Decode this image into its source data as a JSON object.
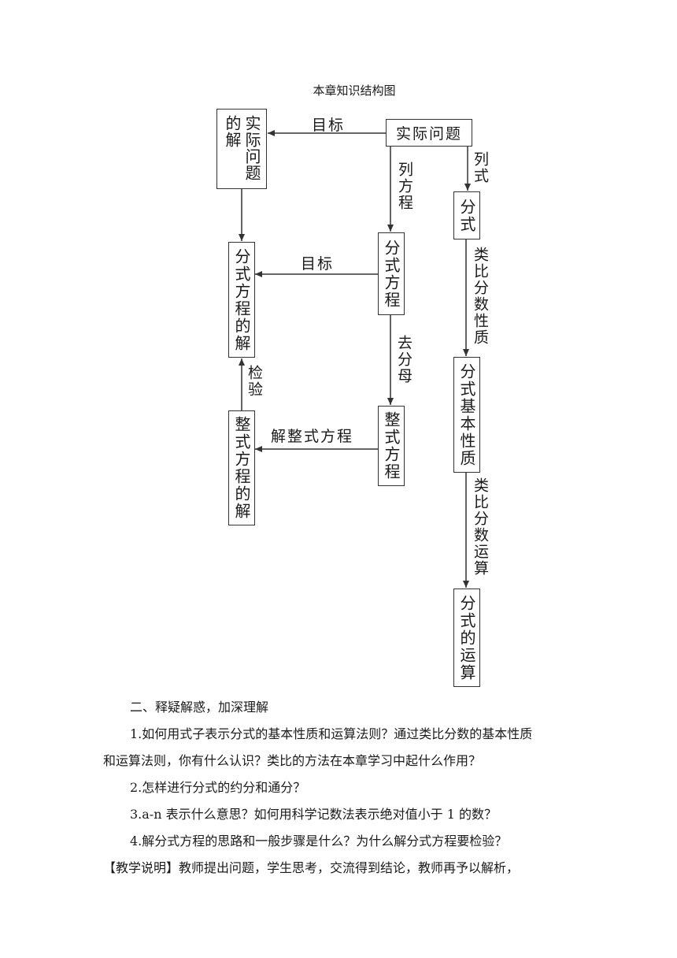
{
  "title": "本章知识结构图",
  "boxes": {
    "shiji_wenti": "实际问题",
    "shiji_de_jie": "实际问题的解",
    "fenshi_fangcheng_de_jie": "分式方程的解",
    "zhengshi_fangcheng_de_jie": "整式方程的解",
    "fenshi_fangcheng": "分式方程",
    "zhengshi_fangcheng": "整式方程",
    "fenshi": "分式",
    "fenshi_jiben_xingzhi": "分式基本性质",
    "fenshi_de_yunsuan": "分式的运算"
  },
  "labels": {
    "mubiao_top": "目标",
    "mubiao_mid": "目标",
    "lie_fangcheng": "列方程",
    "lie_shi": "列式",
    "qu_fenmu": "去分母",
    "jie_zhengshi": "解整式方程",
    "jianyan": "检验",
    "leibi_xingzhi": "类比分数性质",
    "leibi_yunsuan": "类比分数运算"
  },
  "text": {
    "section": "二、释疑解惑，加深理解",
    "q1_line1": "1.如何用式子表示分式的基本性质和运算法则？通过类比分数的基本性质",
    "q1_line2": "和运算法则，你有什么认识？类比的方法在本章学习中起什么作用？",
    "q2": "2.怎样进行分式的约分和通分？",
    "q3": "3.a-n 表示什么意思？如何用科学记数法表示绝对值小于 1 的数？",
    "q4": "4.解分式方程的思路和一般步骤是什么？为什么解分式方程要检验？",
    "note": "【教学说明】教师提出问题，学生思考，交流得到结论，教师再予以解析，"
  }
}
